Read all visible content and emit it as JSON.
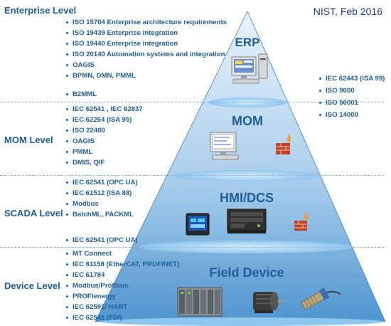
{
  "source_note": "NIST, Feb 2016",
  "levels": [
    {
      "label": "Enterprise Level",
      "tier_title": "ERP",
      "standards": [
        "ISO 15704 Enterprise architecture requirements",
        "ISO 19439 Enterprise integration",
        "ISO 19440  Enterprise integration",
        "ISO 20140  Automation systems and integration",
        "OAGIS",
        "BPMN, DMN, PMML",
        "B2MML"
      ],
      "icons": [
        "desktop-computer-icon"
      ]
    },
    {
      "label": "MOM Level",
      "tier_title": "MOM",
      "standards": [
        "IEC 62541 , IEC 62837",
        "IEC 62264 (ISA 95)",
        "ISO 22400",
        "OAGIS",
        "PMML",
        "DMIS, QIF"
      ],
      "icons": [
        "desktop-computer-icon",
        "firewall-icon"
      ]
    },
    {
      "label": "SCADA Level",
      "tier_title": "HMI/DCS",
      "standards": [
        "IEC 62541 (OPC UA)",
        "IEC 61512 (ISA 88)",
        "Modbus",
        "BatchML, PACKML",
        "IEC 62541 (OPC UA)"
      ],
      "icons": [
        "hmi-panel-icon",
        "server-rack-icon",
        "firewall-icon"
      ]
    },
    {
      "label": "Device Level",
      "tier_title": "Field Device",
      "standards": [
        "MT Connect",
        "IEC 61158 (EtherCAT, PROFINET)",
        "IEC 61784",
        "Modbus/Profibus",
        "PROFIenergy",
        "IEC 62591/ HART",
        "IEC 62541 (FDI)"
      ],
      "icons": [
        "plc-modules-icon",
        "motor-icon",
        "proximity-sensor-icon"
      ]
    }
  ],
  "cross_level_standards": [
    "IEC 62443 (ISA 99)",
    "ISO 9000",
    "ISO 50001",
    "ISO 14000"
  ],
  "colors": {
    "text": "#1f5e96",
    "pyramid_top": "#eaf3fb",
    "pyramid_bottom": "#4f95cf",
    "band": "#a9d4f3",
    "firewall": "#c2412d"
  }
}
